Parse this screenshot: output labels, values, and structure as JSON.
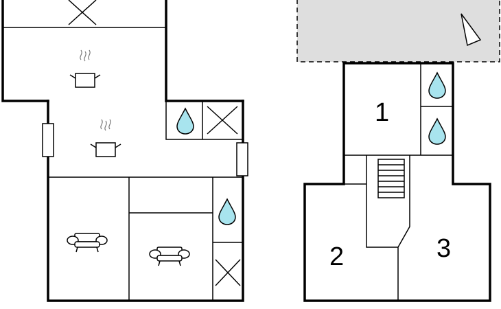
{
  "floors": [
    {
      "name": "",
      "rooms": [
        {
          "label": ""
        }
      ]
    },
    {
      "name": "",
      "rooms": [
        {
          "label": "1"
        },
        {
          "label": "2"
        },
        {
          "label": "3"
        }
      ]
    }
  ],
  "icons": {
    "water": "water-drop-icon",
    "kitchen": "cooking-pot-icon",
    "sofa": "sofa-icon",
    "cross": "storage-cross-icon",
    "window": "window-icon",
    "direction": "compass-arrow-icon"
  },
  "colors": {
    "water": "#a8e4ee",
    "terrace": "#dedede",
    "wall": "#000000"
  }
}
